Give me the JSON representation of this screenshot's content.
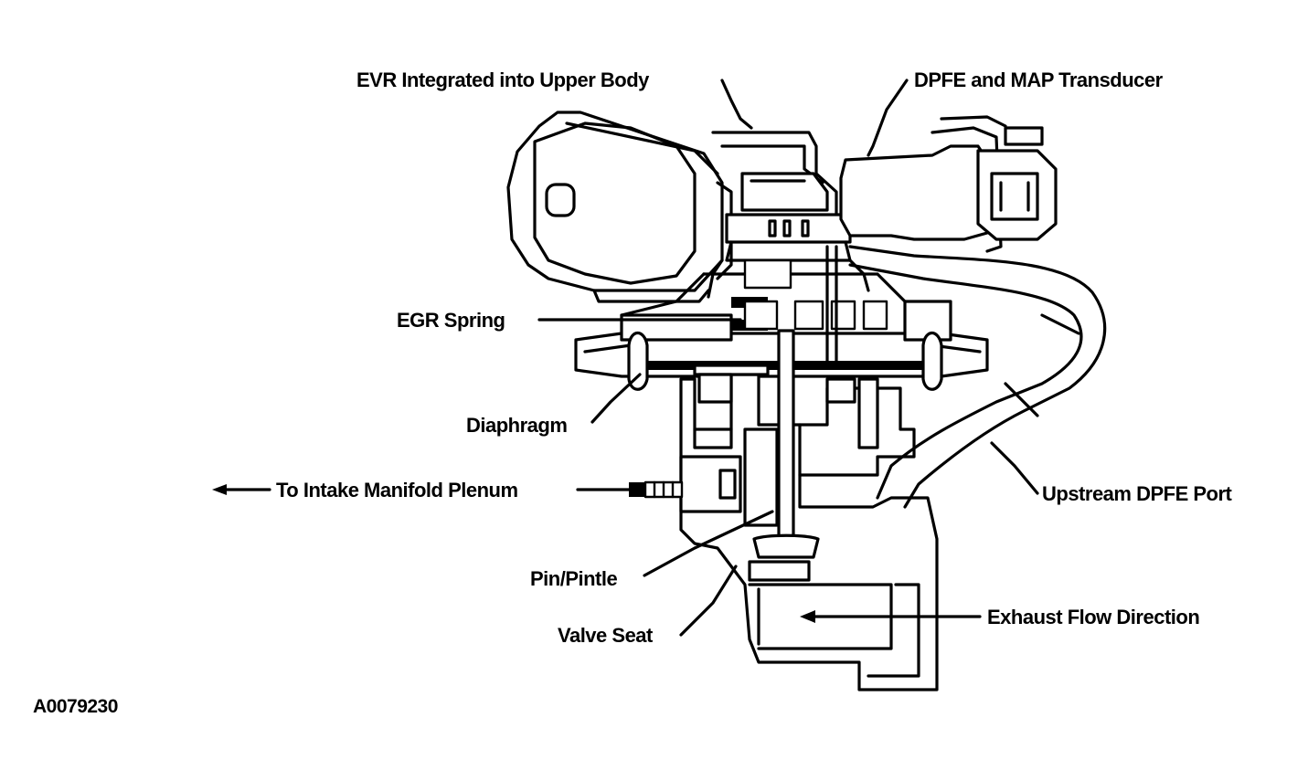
{
  "labels": {
    "evr": "EVR Integrated into Upper Body",
    "dpfe_map": "DPFE and MAP Transducer",
    "egr_spring": "EGR Spring",
    "diaphragm": "Diaphragm",
    "intake": "To Intake Manifold Plenum",
    "upstream": "Upstream DPFE Port",
    "pintle": "Pin/Pintle",
    "exhaust_flow": "Exhaust Flow Direction",
    "valve_seat": "Valve Seat"
  },
  "figure_id": "A0079230",
  "colors": {
    "ink": "#000000",
    "paper": "#ffffff"
  }
}
